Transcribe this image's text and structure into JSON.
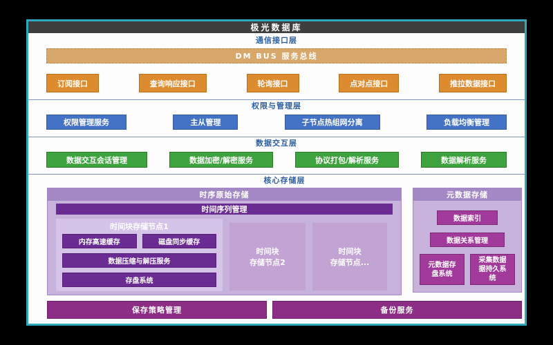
{
  "title": "极光数据库",
  "colors": {
    "frame-border": "#2fa9bd",
    "titlebar-bg": "#3e3e3e",
    "section-title": "#2d5f9f",
    "divider": "#7d96c0",
    "bus-bg": "#d7a76b",
    "bus-border": "#bd8a45",
    "orange-bg": "#dd8b2f",
    "orange-border": "#b9711c",
    "blue-bg": "#4472c4",
    "blue-border": "#35599c",
    "green-bg": "#3ea33e",
    "green-border": "#2c7a2c",
    "lavender-bg": "#c7b2dc",
    "lavender-header-bg": "#a487c5",
    "purple-dark-bg": "#6a2c92",
    "node1-bg": "#d6c4e8",
    "node-alt-bg": "#c2a3d3",
    "magenta-bg": "#a13a9a",
    "bottom-bg": "#8c2d86"
  },
  "layers": {
    "comm": {
      "title": "通信接口层",
      "bus": "DM BUS 服务总线",
      "interfaces": [
        "订阅接口",
        "查询响应接口",
        "轮询接口",
        "点对点接口",
        "推拉数据接口"
      ]
    },
    "mgmt": {
      "title": "权限与管理层",
      "items": [
        "权限管理服务",
        "主从管理",
        "子节点热组网分离",
        "负载均衡管理"
      ]
    },
    "data": {
      "title": "数据交互层",
      "items": [
        "数据交互会话管理",
        "数据加密/解密服务",
        "协议打包/解析服务",
        "数据解析服务"
      ]
    },
    "storage": {
      "title": "核心存储层",
      "timeseries": {
        "title": "时序原始存储",
        "manager": "时间序列管理",
        "node1": {
          "title": "时间块存储节点1",
          "items": [
            "内存高速缓存",
            "磁盘同步缓存",
            "数据压缩与解压服务",
            "存盘系统"
          ]
        },
        "node2": "时间块\n存储节点2",
        "node3": "时间块\n存储节点..."
      },
      "metadata": {
        "title": "元数据存储",
        "items": [
          "数据索引",
          "数据关系管理"
        ],
        "bottom": [
          "元数据存盘系统",
          "采集数据据持久系统"
        ]
      }
    },
    "bottom": [
      "保存策略管理",
      "备份服务"
    ]
  }
}
